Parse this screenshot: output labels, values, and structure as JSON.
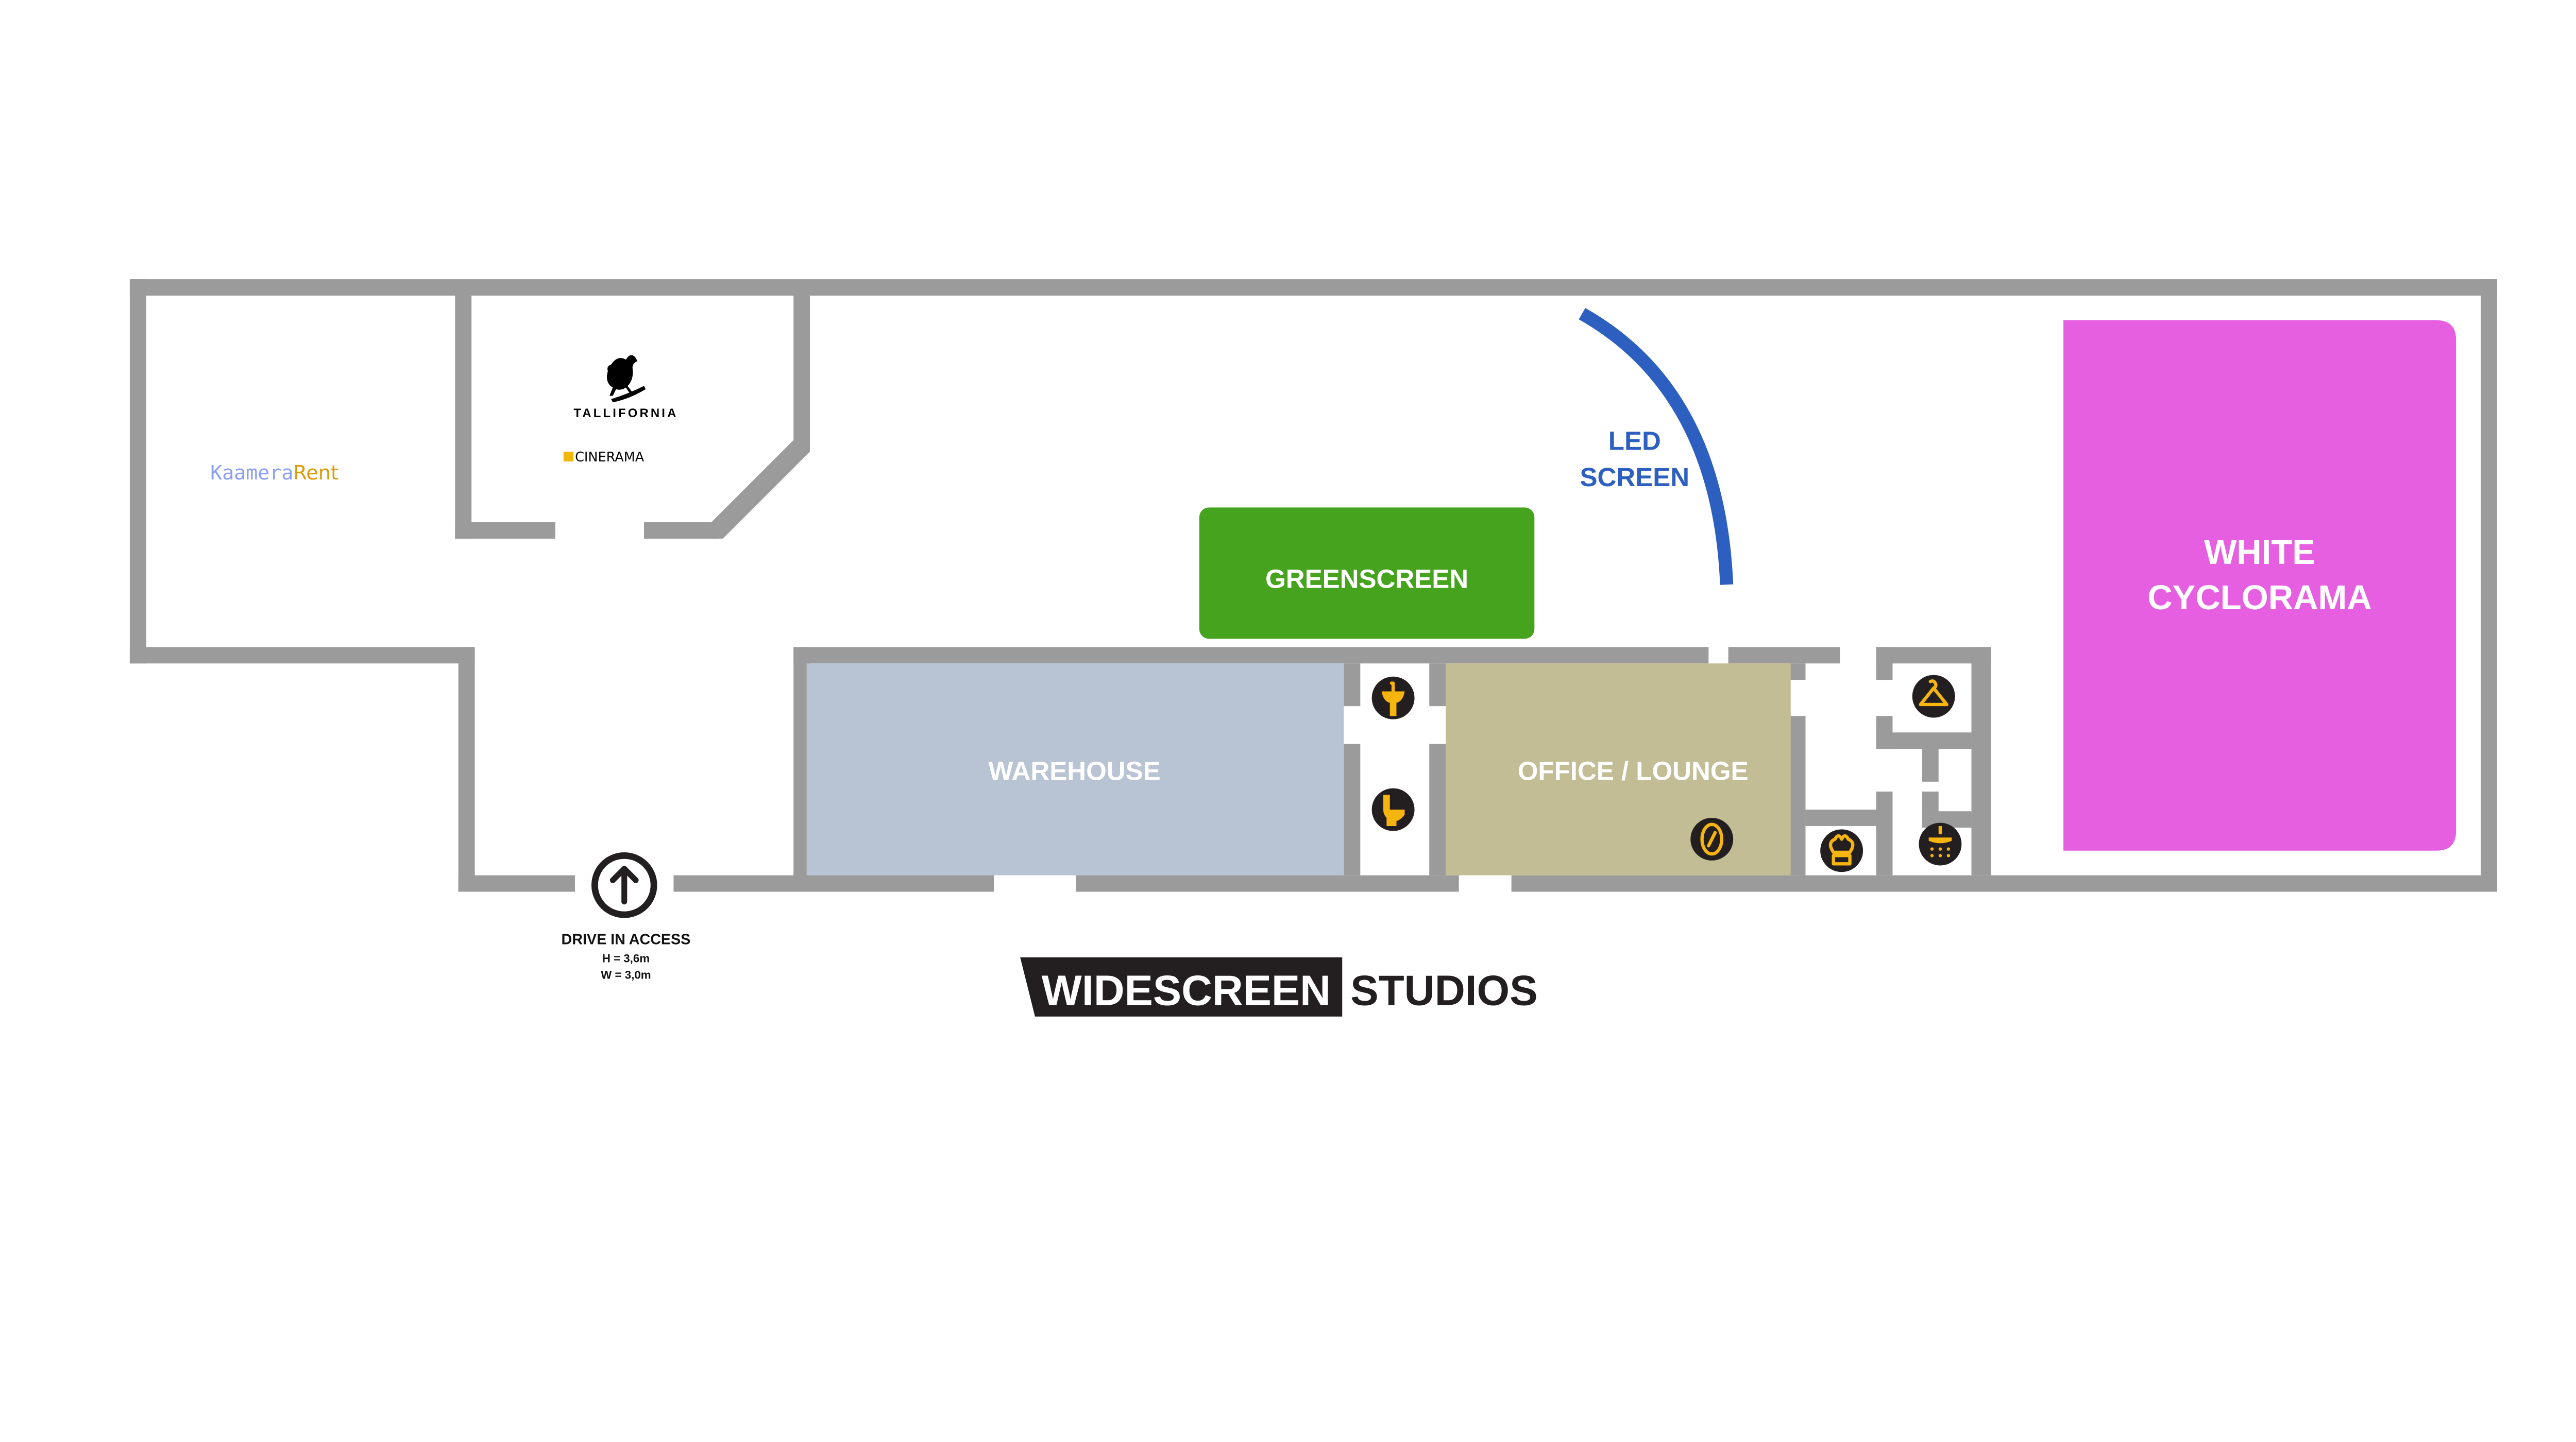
{
  "rooms": {
    "warehouse": {
      "label": "WAREHOUSE",
      "color": "#b8c4d4"
    },
    "office": {
      "label": "OFFICE / LOUNGE",
      "color": "#c2bd94"
    },
    "greenscreen": {
      "label": "GREENSCREEN",
      "color": "#46a31e"
    },
    "cyclorama": {
      "line1": "WHITE",
      "line2": "CYCLORAMA",
      "color": "#e55fe0"
    },
    "led_screen": {
      "line1": "LED",
      "line2": "SCREEN",
      "color": "#2c5fbf"
    }
  },
  "tenants": {
    "kaamerarent": {
      "part1": "Kaamera",
      "part2": "Rent",
      "color1": "#8a9ef5",
      "color2": "#dd9a05"
    },
    "tallifornia": {
      "label": "TALLIFORNIA"
    },
    "cinerama": {
      "label": "CINERAMA"
    }
  },
  "drive_in": {
    "title": "DRIVE IN ACCESS",
    "height": "H = 3,6m",
    "width": "W = 3,0m",
    "icon": "arrow-up-circle-icon"
  },
  "amenity_icons": [
    "sink-icon",
    "toilet-icon",
    "mirror-icon",
    "chef-hat-icon",
    "hanger-icon",
    "shower-icon"
  ],
  "logo": {
    "part1": "WIDESCREEN",
    "part2": "STUDIOS"
  },
  "colors": {
    "wall": "#9b9b9b",
    "icon_bg": "#231f20",
    "icon_fg": "#f6b40e"
  }
}
